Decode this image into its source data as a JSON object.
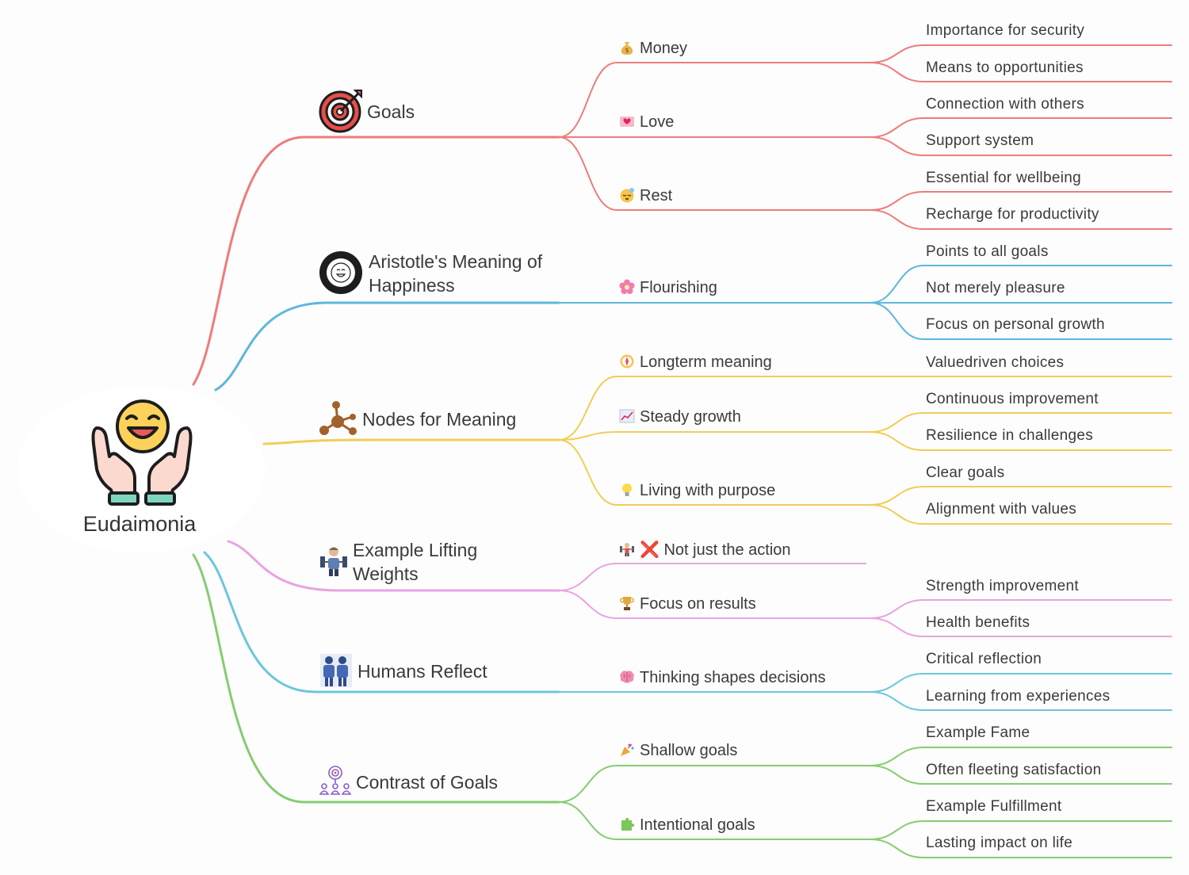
{
  "root": {
    "label": "Eudaimonia",
    "icon": "happy-hands-icon"
  },
  "branches": [
    {
      "id": "goals",
      "label": "Goals",
      "icon": "target-icon",
      "color": "#ee7b7b",
      "children": [
        {
          "label": "Money",
          "icon": "money-bag-icon",
          "leaves": [
            "Importance for security",
            "Means to opportunities"
          ]
        },
        {
          "label": "Love",
          "icon": "love-letter-icon",
          "leaves": [
            "Connection with others",
            "Support system"
          ]
        },
        {
          "label": "Rest",
          "icon": "sleepy-face-icon",
          "leaves": [
            "Essential for wellbeing",
            "Recharge for productivity"
          ]
        }
      ]
    },
    {
      "id": "aristotle",
      "label": "Aristotle's Meaning of Happiness",
      "icon": "smiley-circle-icon",
      "color": "#5fb6dc",
      "children": [
        {
          "label": "Flourishing",
          "icon": "flower-icon",
          "leaves": [
            "Points to all goals",
            "Not merely pleasure",
            "Focus on personal growth"
          ]
        }
      ]
    },
    {
      "id": "nodes",
      "label": "Nodes for Meaning",
      "icon": "network-nodes-icon",
      "color": "#f2cd55",
      "children": [
        {
          "label": "Longterm meaning",
          "icon": "compass-icon",
          "leaves": [
            "Valuedriven choices"
          ]
        },
        {
          "label": "Steady growth",
          "icon": "chart-up-icon",
          "leaves": [
            "Continuous improvement",
            "Resilience in challenges"
          ]
        },
        {
          "label": "Living with purpose",
          "icon": "lightbulb-icon",
          "leaves": [
            "Clear goals",
            "Alignment with values"
          ]
        }
      ]
    },
    {
      "id": "lifting",
      "label": "Example Lifting Weights",
      "icon": "weightlifter-icon",
      "color": "#e9a3e0",
      "children": [
        {
          "label": "❌ Not just the action",
          "icon": "weightlifting-icon",
          "leaves": []
        },
        {
          "label": "Focus on results",
          "icon": "trophy-icon",
          "leaves": [
            "Strength improvement",
            "Health benefits"
          ]
        }
      ]
    },
    {
      "id": "humans",
      "label": "Humans Reflect",
      "icon": "people-icon",
      "color": "#6cc6dc",
      "children": [
        {
          "label": "Thinking shapes decisions",
          "icon": "brain-icon",
          "leaves": [
            "Critical reflection",
            "Learning from experiences"
          ]
        }
      ]
    },
    {
      "id": "contrast",
      "label": "Contrast of Goals",
      "icon": "team-target-icon",
      "color": "#86cc72",
      "children": [
        {
          "label": "Shallow goals",
          "icon": "party-popper-icon",
          "leaves": [
            "Example Fame",
            "Often fleeting satisfaction"
          ]
        },
        {
          "label": "Intentional goals",
          "icon": "puzzle-icon",
          "leaves": [
            "Example Fulfillment",
            "Lasting impact on life"
          ]
        }
      ]
    }
  ]
}
